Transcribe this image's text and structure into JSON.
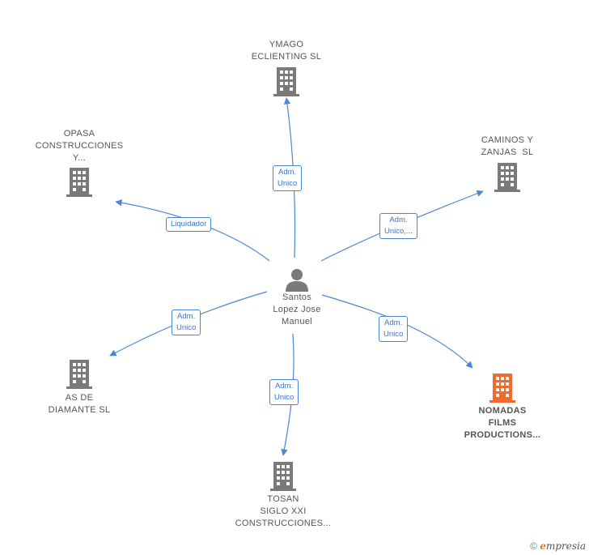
{
  "colors": {
    "edge": "#4a86d6",
    "building": "#7a7a7a",
    "building_highlight": "#f26a2e",
    "person": "#7a7a7a"
  },
  "center": {
    "icon": "person-icon",
    "name_lines": [
      "Santos",
      "Lopez Jose",
      "Manuel"
    ]
  },
  "nodes": [
    {
      "id": "ymago",
      "icon": "building-icon",
      "name_lines": [
        "YMAGO",
        "ECLIENTING SL"
      ],
      "highlight": false
    },
    {
      "id": "opasa",
      "icon": "building-icon",
      "name_lines": [
        "OPASA",
        "CONSTRUCCIONES",
        "Y..."
      ],
      "highlight": false
    },
    {
      "id": "caminos",
      "icon": "building-icon",
      "name_lines": [
        "CAMINOS Y",
        "ZANJAS  SL"
      ],
      "highlight": false
    },
    {
      "id": "diamante",
      "icon": "building-icon",
      "name_lines": [
        "AS DE",
        "DIAMANTE SL"
      ],
      "highlight": false
    },
    {
      "id": "nomadas",
      "icon": "building-icon",
      "name_lines": [
        "NOMADAS",
        "FILMS",
        "PRODUCTIONS..."
      ],
      "highlight": true
    },
    {
      "id": "tosan",
      "icon": "building-icon",
      "name_lines": [
        "TOSAN",
        "SIGLO XXI",
        "CONSTRUCCIONES..."
      ],
      "highlight": false
    }
  ],
  "edges": [
    {
      "to": "ymago",
      "label_lines": [
        "Adm.",
        "Unico"
      ]
    },
    {
      "to": "opasa",
      "label_lines": [
        "Liquidador"
      ]
    },
    {
      "to": "caminos",
      "label_lines": [
        "Adm.",
        "Unico,..."
      ]
    },
    {
      "to": "diamante",
      "label_lines": [
        "Adm.",
        "Unico"
      ]
    },
    {
      "to": "nomadas",
      "label_lines": [
        "Adm.",
        "Unico"
      ]
    },
    {
      "to": "tosan",
      "label_lines": [
        "Adm.",
        "Unico"
      ]
    }
  ],
  "footer": {
    "copyright_symbol": "©",
    "brand_first": "e",
    "brand_rest": "mpresia"
  }
}
